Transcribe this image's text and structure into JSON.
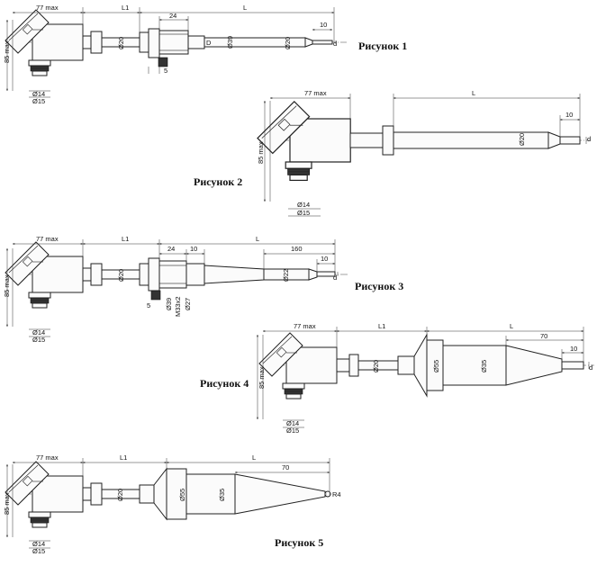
{
  "figures": [
    {
      "caption": "Рисунок 1",
      "dims": {
        "max77": "77 max",
        "max85": "85 max",
        "L1": "L1",
        "L": "L",
        "d24": "24",
        "D": "D",
        "d39": "Ø39",
        "d20a": "Ø20",
        "d20b": "Ø20",
        "d10": "10",
        "dd": "d",
        "d5": "5",
        "d14": "Ø14",
        "d15": "Ø15"
      }
    },
    {
      "caption": "Рисунок 2",
      "dims": {
        "max77": "77 max",
        "max85": "85 max",
        "L": "L",
        "d20": "Ø20",
        "d10": "10",
        "dd": "d",
        "d14": "Ø14",
        "d15": "Ø15"
      }
    },
    {
      "caption": "Рисунок 3",
      "dims": {
        "max77": "77 max",
        "max85": "85 max",
        "L1": "L1",
        "L": "L",
        "d24": "24",
        "d10": "10",
        "d160": "160",
        "d10b": "10",
        "d20": "Ø20",
        "d22": "Ø22",
        "dd": "d",
        "d5": "5",
        "d39": "Ø39",
        "m33": "M33x2",
        "d27": "Ø27",
        "d14": "Ø14",
        "d15": "Ø15"
      }
    },
    {
      "caption": "Рисунок 4",
      "dims": {
        "max77": "77 max",
        "max85": "85 max",
        "L1": "L1",
        "L": "L",
        "d70": "70",
        "d10": "10",
        "d20": "Ø20",
        "d55": "Ø55",
        "d35": "Ø35",
        "dd": "d",
        "d14": "Ø14",
        "d15": "Ø15"
      }
    },
    {
      "caption": "Рисунок 5",
      "dims": {
        "max77": "77 max",
        "max85": "85 max",
        "L1": "L1",
        "L": "L",
        "d70": "70",
        "d20": "Ø20",
        "d55": "Ø55",
        "d35": "Ø35",
        "r4": "R4",
        "d14": "Ø14",
        "d15": "Ø15"
      }
    }
  ]
}
